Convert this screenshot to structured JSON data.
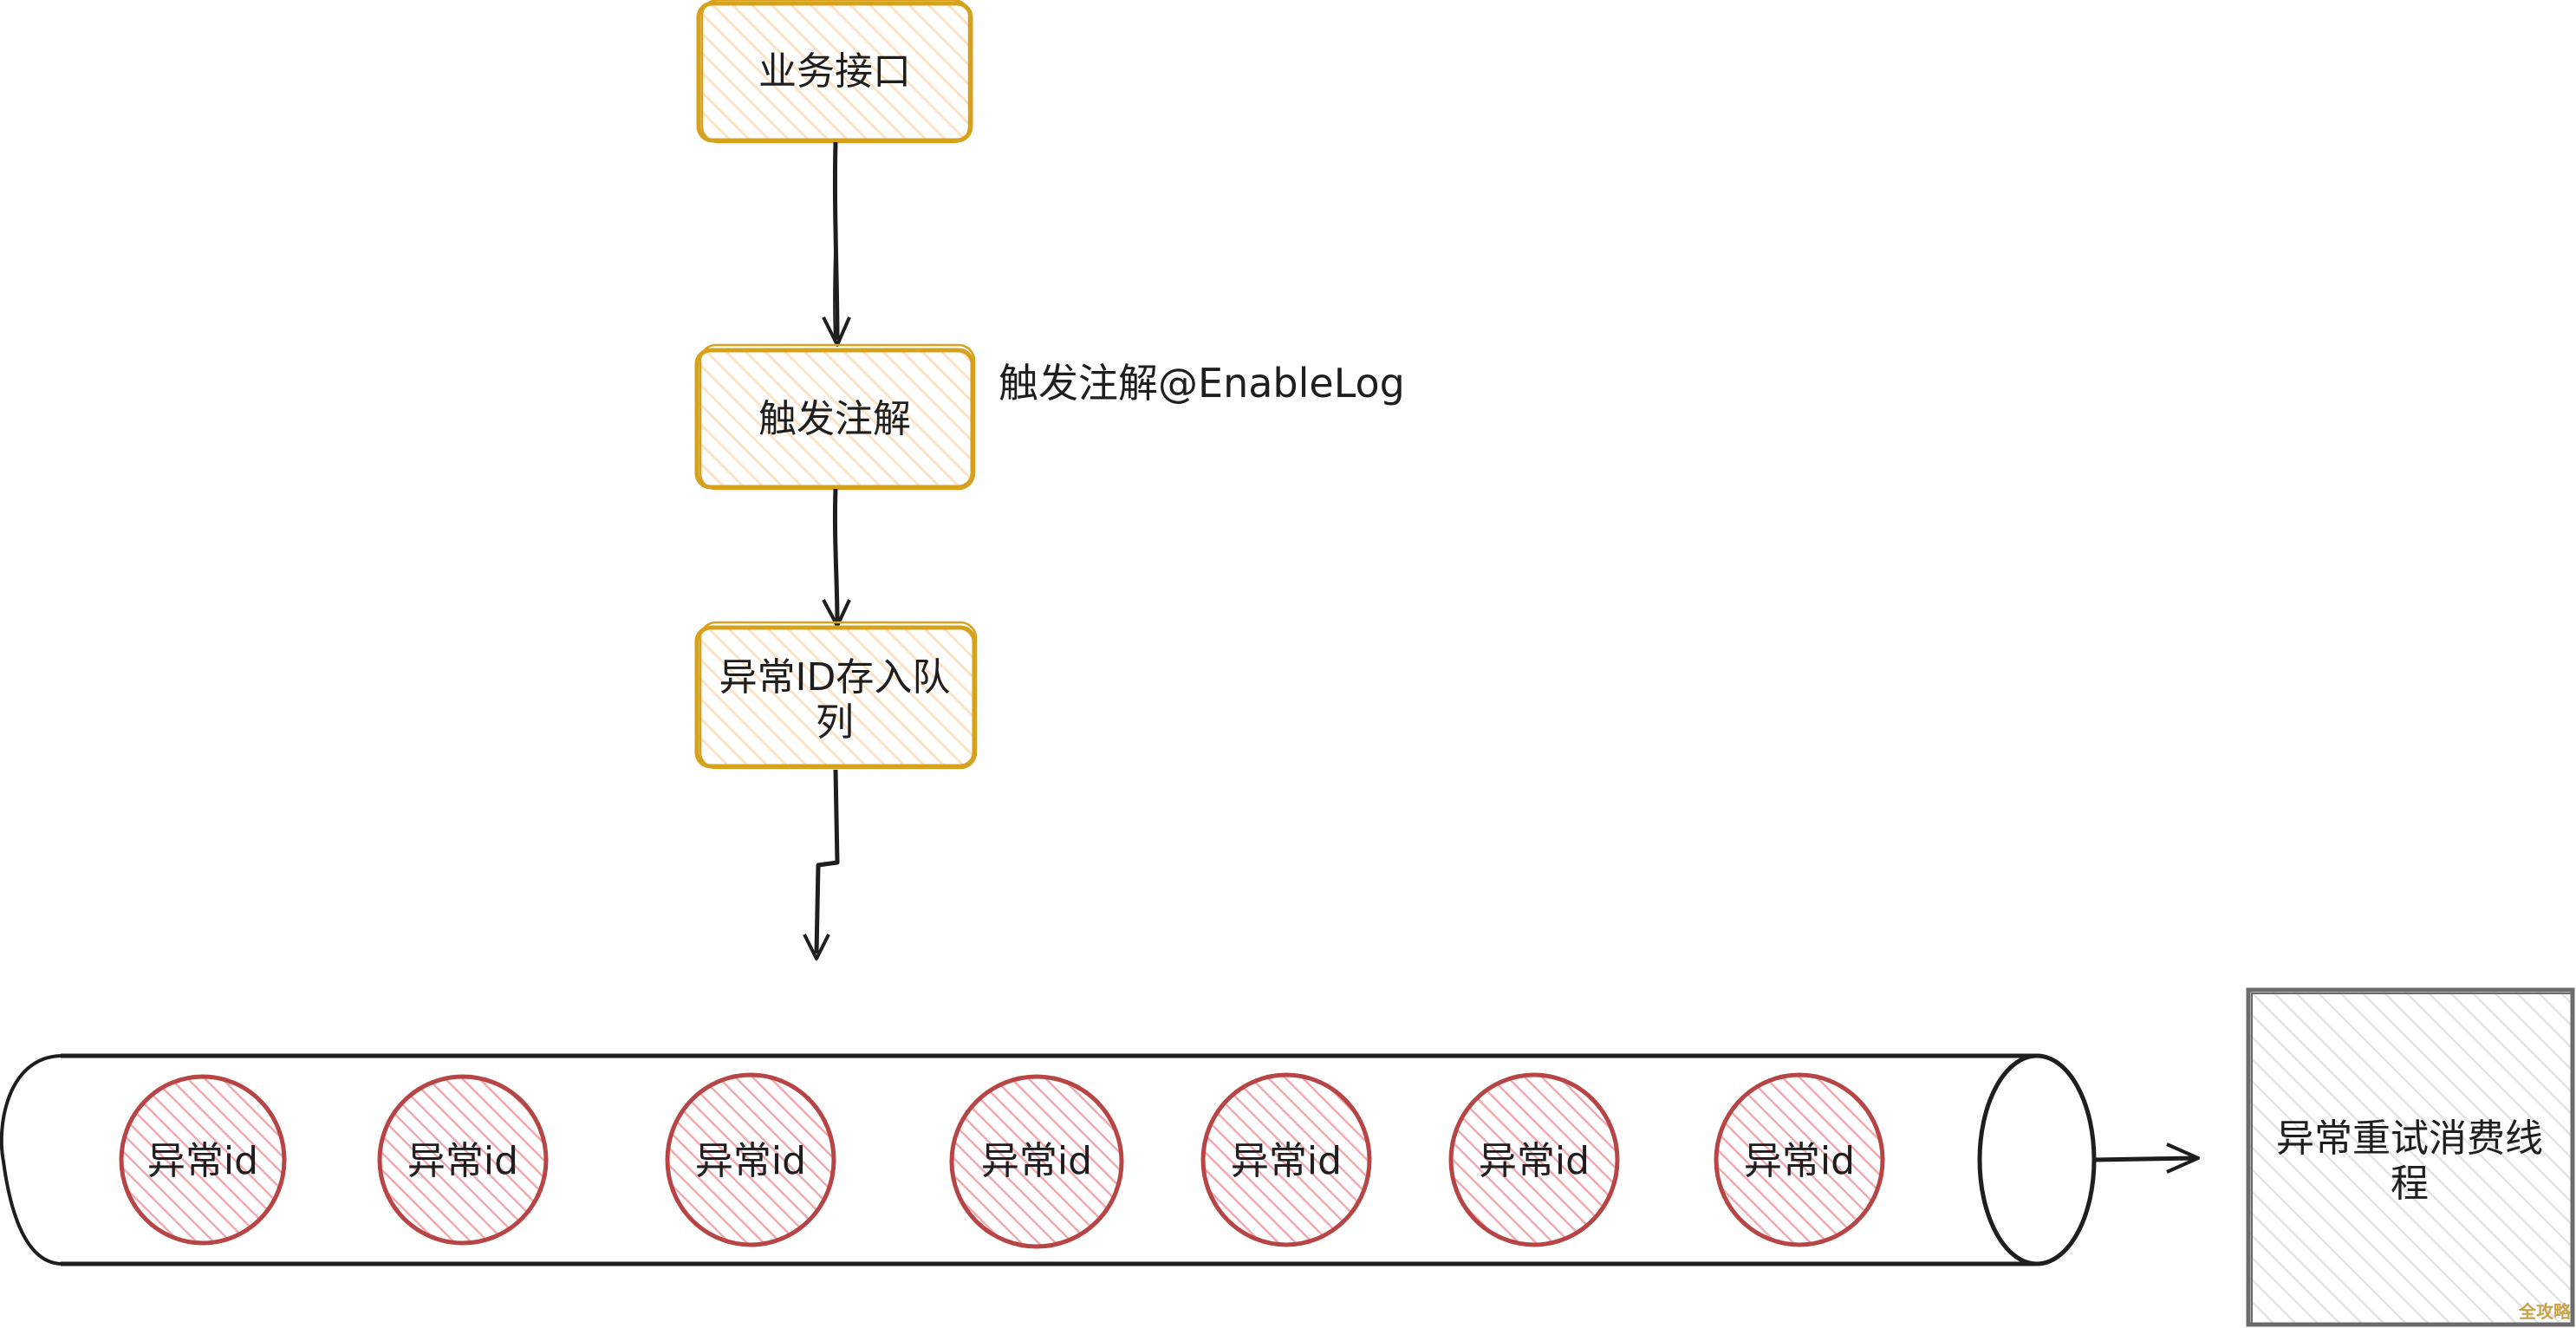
{
  "diagram": {
    "nodes": {
      "business_api": "业务接口",
      "trigger_annotation": "触发注解",
      "store_queue_line1": "异常ID存入队",
      "store_queue_line2": "列",
      "consumer_line1": "异常重试消费线",
      "consumer_line2": "程"
    },
    "annotation_note": "触发注解@EnableLog",
    "queue_items": [
      "异常id",
      "异常id",
      "异常id",
      "异常id",
      "异常id",
      "异常id",
      "异常id"
    ],
    "colors": {
      "process_stroke": "#d6a21e",
      "process_fill": "#fbe3c4",
      "queue_item_stroke": "#b84545",
      "queue_item_fill": "#f2aab0",
      "consumer_stroke": "#6b6b6b",
      "consumer_fill": "#e4e4e4",
      "line": "#1e1e1e"
    }
  },
  "watermark": "全攻略"
}
